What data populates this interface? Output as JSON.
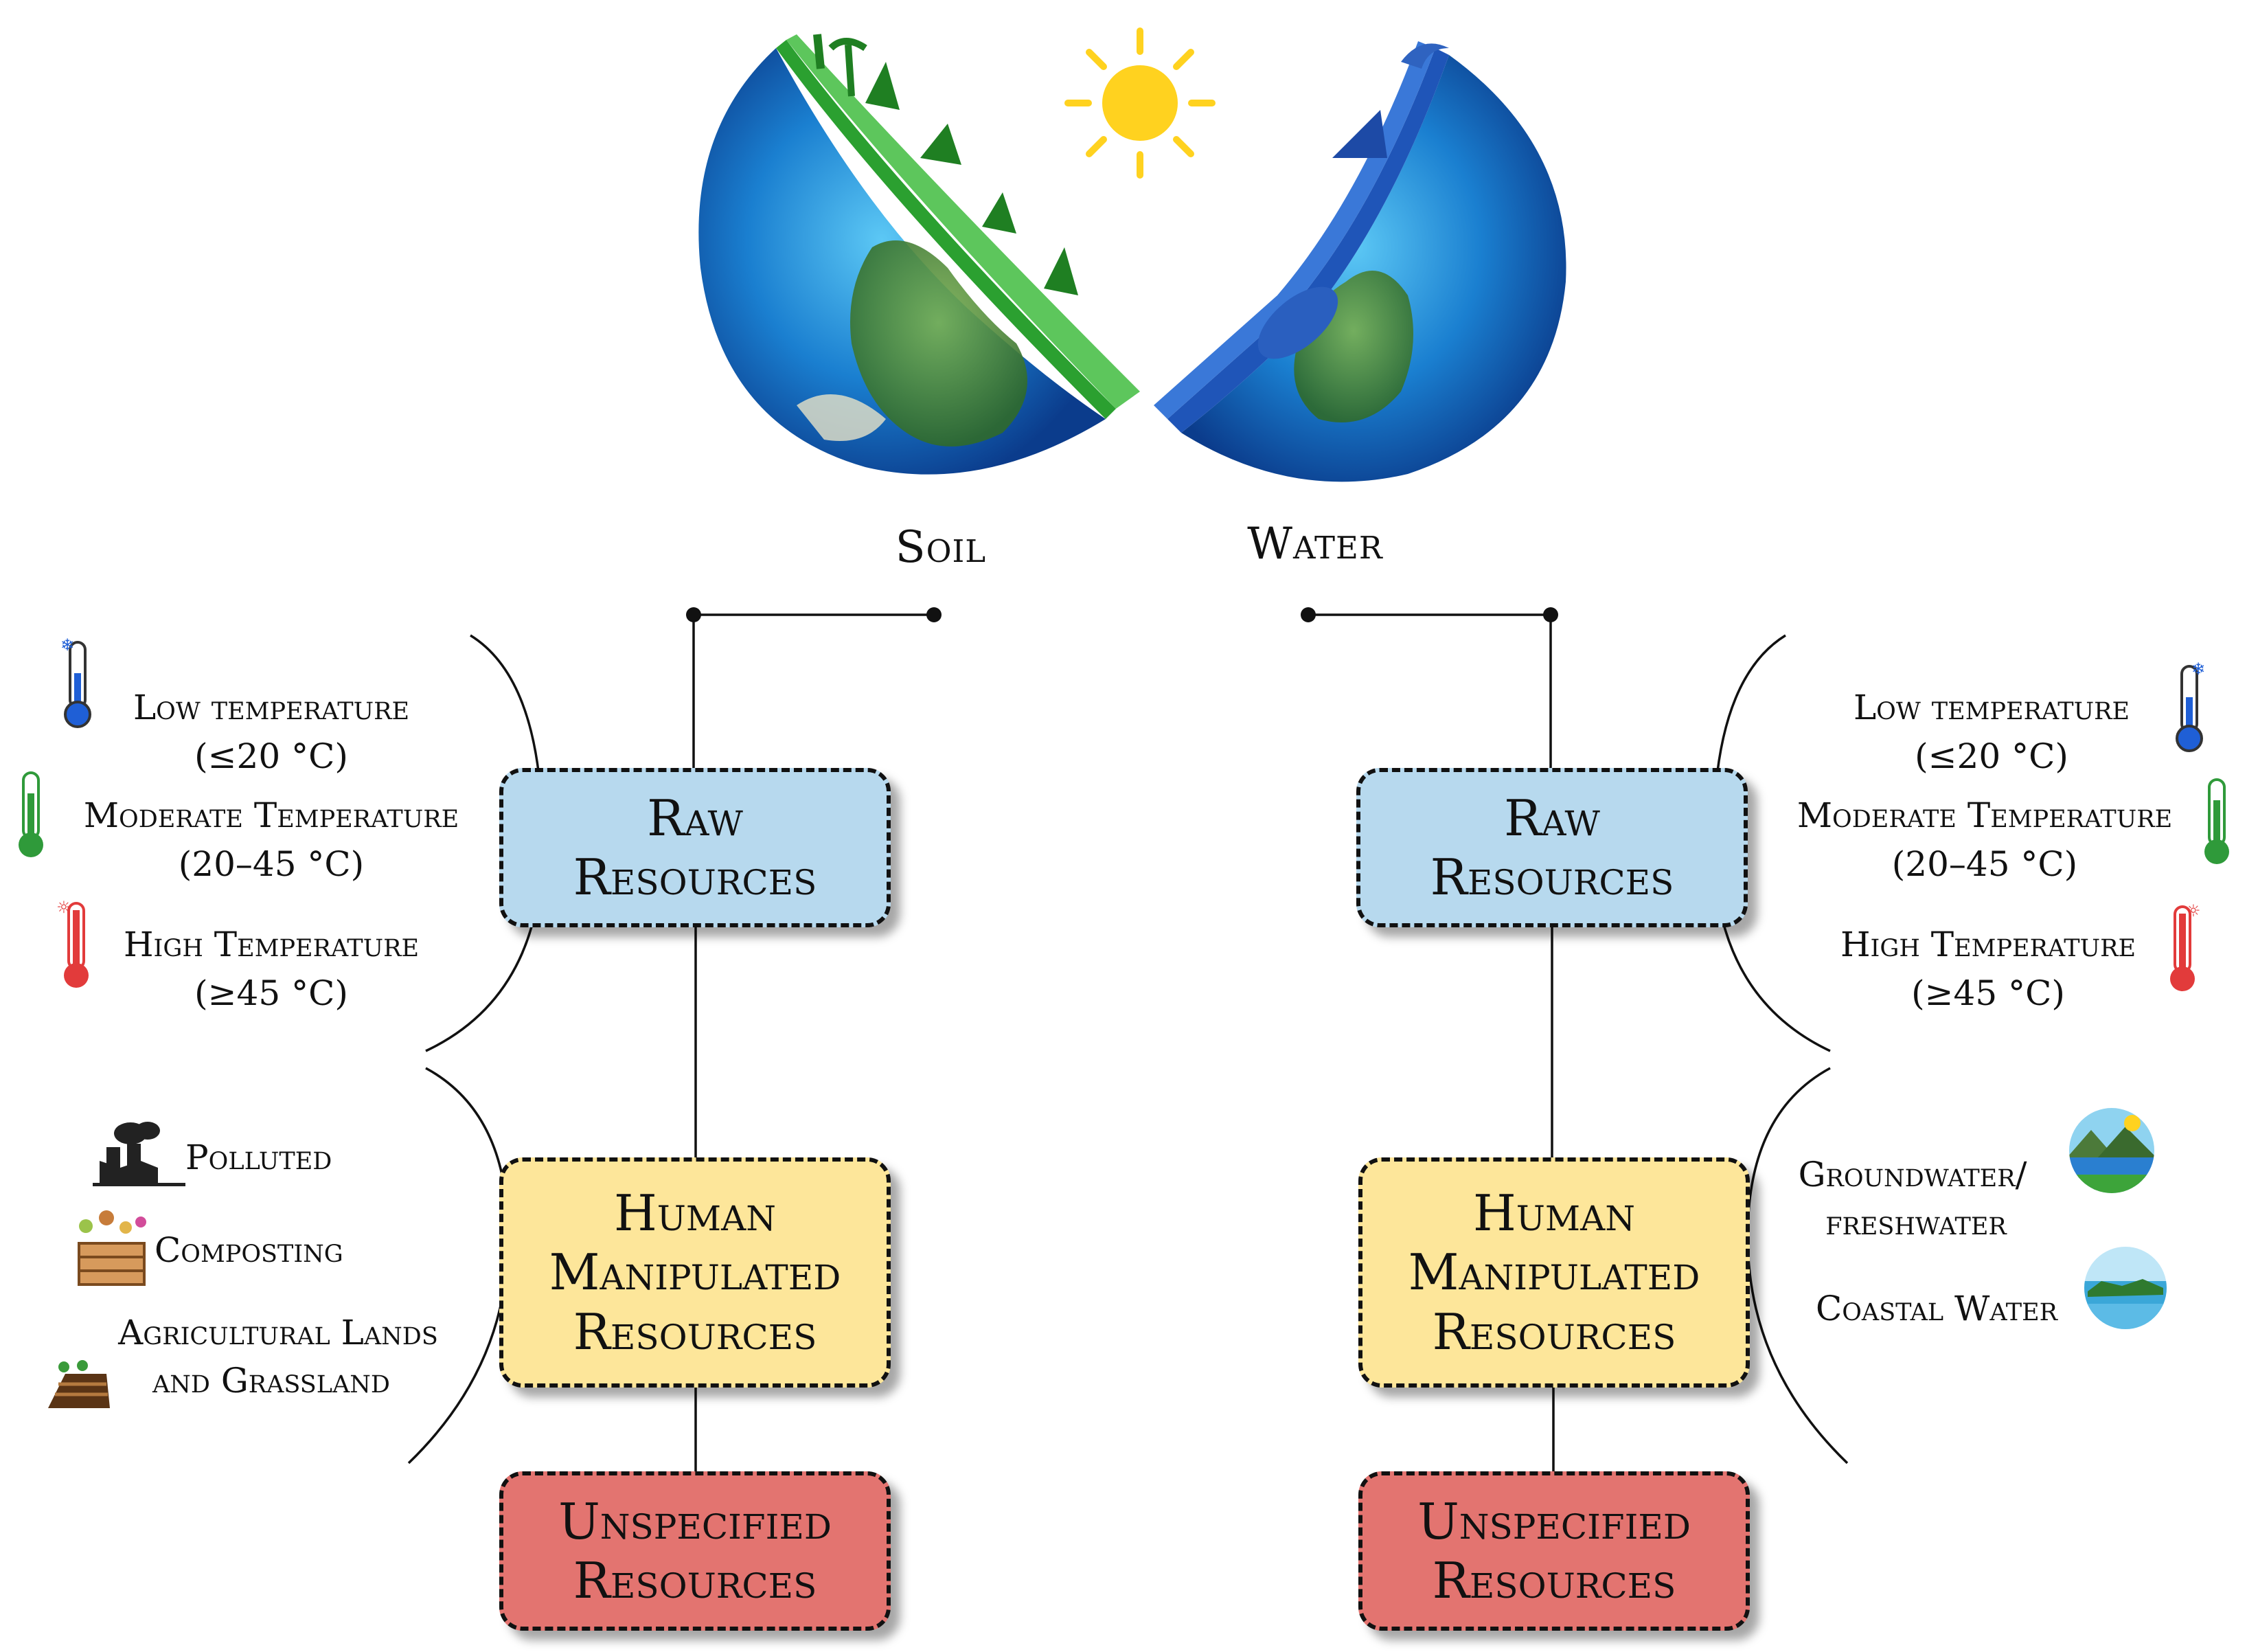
{
  "topics": {
    "soil": "Soil",
    "water": "Water"
  },
  "boxes": {
    "raw": [
      "Raw",
      "Resources"
    ],
    "human": [
      "Human",
      "Manipulated",
      "Resources"
    ],
    "unspecified": [
      "Unspecified",
      "Resources"
    ]
  },
  "temperatures": {
    "low": {
      "label": "Low temperature",
      "range": "(≤20 °C)"
    },
    "moderate": {
      "label": "Moderate Temperature",
      "range": "(20–45 °C)"
    },
    "high": {
      "label": "High Temperature",
      "range": "(≥45 °C)"
    }
  },
  "soil_manipulated": {
    "polluted": "Polluted",
    "composting": "Composting",
    "agri_line1": "Agricultural Lands",
    "agri_line2": "and Grassland"
  },
  "water_manipulated": {
    "ground_line1": "Groundwater/",
    "ground_line2": "freshwater",
    "coastal": "Coastal Water"
  },
  "colors": {
    "raw": "#b7d9ee",
    "human": "#fde69a",
    "unspecified": "#e37470",
    "thermo_low": "#1f5fd6",
    "thermo_moderate": "#2f9a3a",
    "thermo_high": "#e23b3b",
    "sun": "#ffd21f"
  }
}
